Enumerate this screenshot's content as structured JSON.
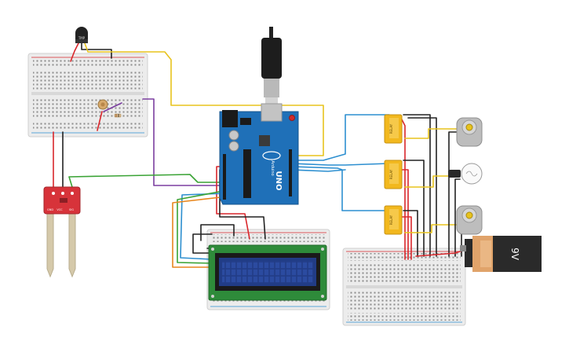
{
  "circuit": {
    "components": {
      "temp_sensor": {
        "label": "TMP"
      },
      "arduino": {
        "board_label": "UNO",
        "brand_label": "Arduino"
      },
      "soil_sensor": {
        "pin_labels": [
          "GND",
          "VCC",
          "SIG"
        ]
      },
      "battery": {
        "label": "9V"
      },
      "relays": [
        {
          "label": "RELAY"
        },
        {
          "label": "RELAY"
        },
        {
          "label": "RELAY"
        }
      ]
    },
    "colors": {
      "wire_red": "#d9262b",
      "wire_black": "#222222",
      "wire_yellow": "#e8c31d",
      "wire_purple": "#7b3fa0",
      "wire_green": "#3aa335",
      "wire_blue": "#2d8fd0",
      "wire_orange": "#e8861d",
      "arduino_board": "#1f70b8",
      "breadboard": "#ececec",
      "relay": "#f2b81e",
      "lcd_pcb": "#2e8b3a",
      "lcd_screen": "#213c86",
      "battery_body": "#2a2a2a",
      "battery_label": "#e0a36a",
      "sensor_pcb": "#d7333a"
    }
  }
}
